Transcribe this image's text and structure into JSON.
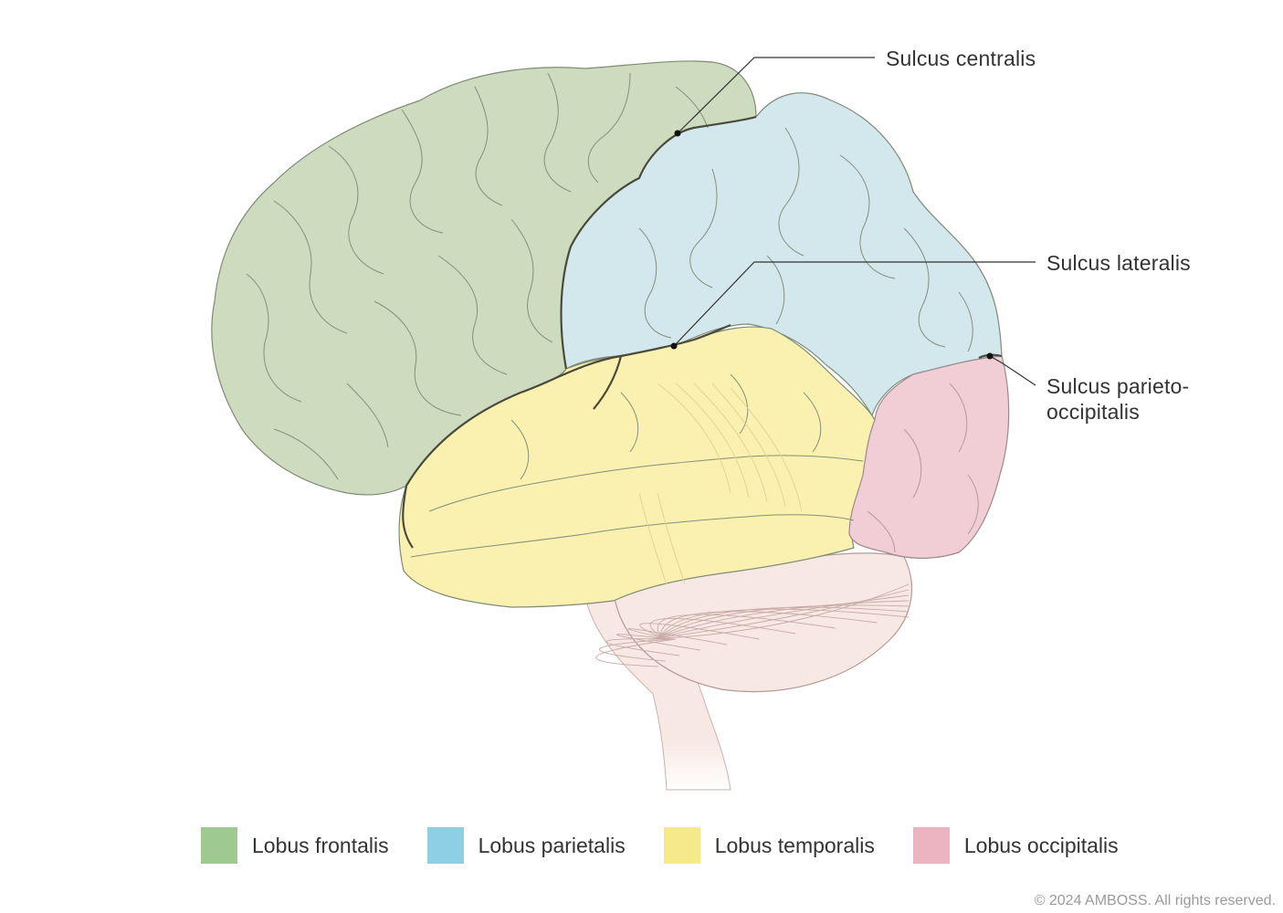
{
  "labels": {
    "sulcus_centralis": "Sulcus centralis",
    "sulcus_lateralis": "Sulcus lateralis",
    "sulcus_parieto_line1": "Sulcus parieto-",
    "sulcus_parieto_line2": "occipitalis"
  },
  "legend": [
    {
      "label": "Lobus frontalis",
      "color": "#9fc991"
    },
    {
      "label": "Lobus parietalis",
      "color": "#8ecfe3"
    },
    {
      "label": "Lobus temporalis",
      "color": "#f5e98a"
    },
    {
      "label": "Lobus occipitalis",
      "color": "#ecb3c1"
    }
  ],
  "region_fills": {
    "frontal": "#cddcbe",
    "parietal": "#d3e8ec",
    "temporal": "#faf1b0",
    "occipital": "#f1cdd5",
    "cerebellum": "#f8e8e3",
    "brainstem": "#f8e8e3"
  },
  "copyright": "© 2024 AMBOSS. All rights reserved."
}
